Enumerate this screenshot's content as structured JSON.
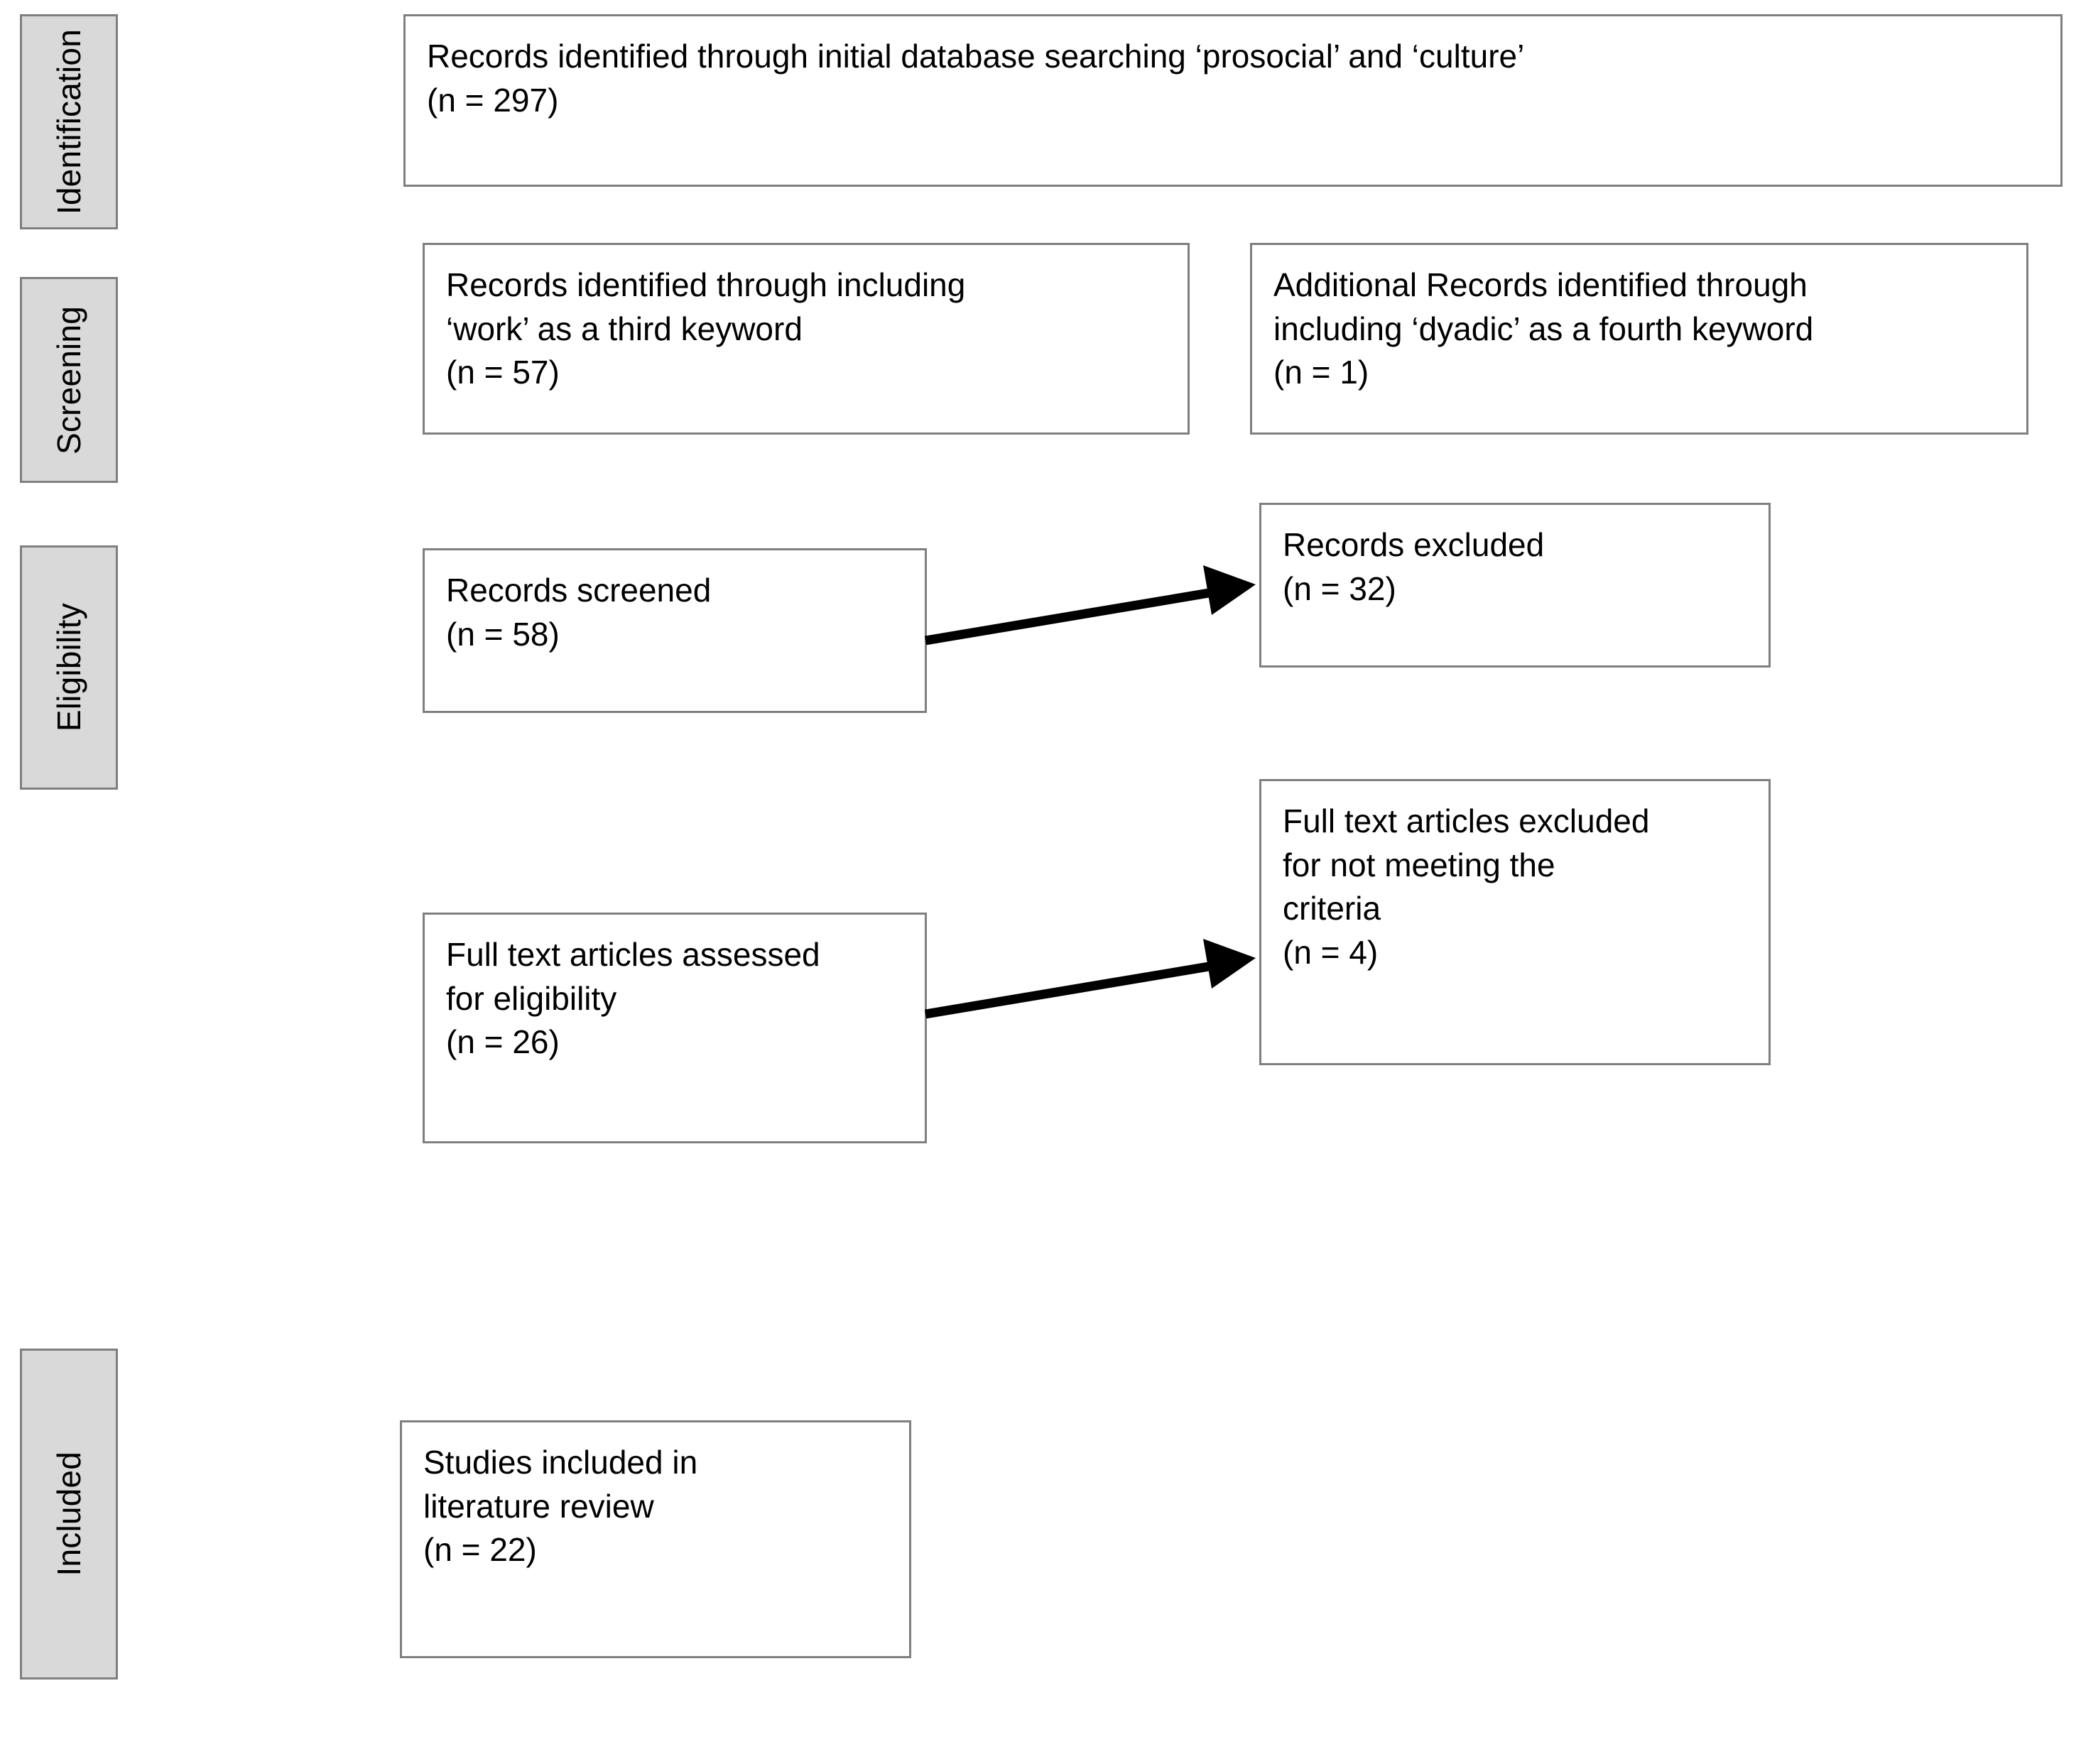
{
  "diagram": {
    "title": "PRISMA flow diagram",
    "colors": {
      "stage_fill": "#d9d9d9",
      "box_border": "#7f7f7f",
      "box_fill": "#ffffff",
      "arrow": "#000000",
      "text": "#000000"
    }
  },
  "stages": [
    {
      "label": "Identification"
    },
    {
      "label": "Screening"
    },
    {
      "label": "Eligibility"
    },
    {
      "label": "Included"
    }
  ],
  "boxes": {
    "initial_search": {
      "text": "Records identified through initial database searching ‘prosocial’ and ‘culture’\n(n = 297)",
      "count_label": "(n = 297)",
      "n": 297
    },
    "third_keyword": {
      "text": "Records identified through including\n‘work’ as a third keyword\n(n = 57)",
      "count_label": "(n = 57)",
      "n": 57
    },
    "fourth_keyword": {
      "text": "Additional Records identified through\nincluding ‘dyadic’ as a fourth keyword\n(n = 1)",
      "count_label": "(n = 1)",
      "n": 1
    },
    "records_screened": {
      "text": "Records screened\n(n = 58)",
      "count_label": "(n = 58)",
      "n": 58
    },
    "records_excluded": {
      "text": "Records excluded\n(n = 32)",
      "count_label": "(n = 32)",
      "n": 32
    },
    "fulltext_assessed": {
      "text": "Full text articles assessed\nfor eligibility\n(n = 26)",
      "count_label": "(n = 26)",
      "n": 26
    },
    "fulltext_excluded": {
      "text": "Full text articles excluded\nfor not meeting the\ncriteria\n(n = 4)",
      "count_label": "(n = 4)",
      "n": 4
    },
    "studies_included": {
      "text": "Studies included in\nliterature review\n(n = 22)",
      "count_label": "(n = 22)",
      "n": 22
    }
  },
  "arrows": [
    {
      "name": "screened-to-excluded",
      "from": "records_screened",
      "to": "records_excluded"
    },
    {
      "name": "assessed-to-excluded",
      "from": "fulltext_assessed",
      "to": "fulltext_excluded"
    }
  ]
}
